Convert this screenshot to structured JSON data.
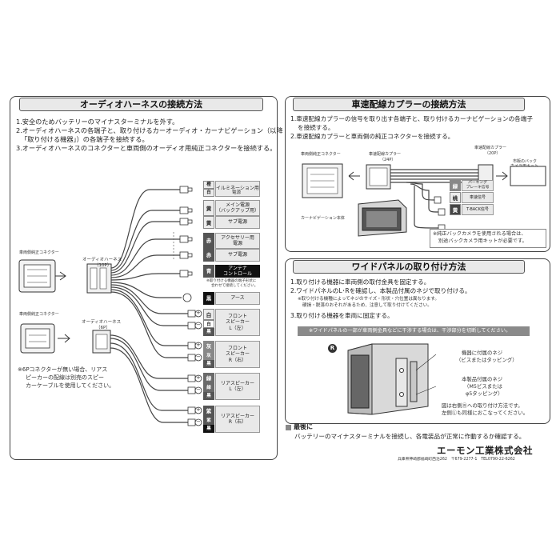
{
  "left_panel": {
    "title": "オーディオハーネスの接続方法",
    "steps": [
      "1.安全のためバッテリーのマイナスターミナルを外す。",
      "2.オーディオハーネスの各端子と、取り付けるカーオーディオ・カーナビゲーション（以降",
      "「取り付ける機器」）の各端子を接続する。",
      "3.オーディオハーネスのコネクターと車両側のオーディオ用純正コネクターを接続する。"
    ],
    "vehicle_connector_1": "車両側純正コネクター",
    "harness_1_name": "オーディオハーネス",
    "harness_1_pins": "（10P）",
    "vehicle_connector_2": "車両側純正コネクター",
    "harness_2_name": "オーディオハーネス",
    "harness_2_pins": "（6P）",
    "note": [
      "※6Pコネクターが無い場合、リアス",
      "ピーカーの配線は別売のスピー",
      "カーケーブルを使用してください。"
    ],
    "antenna_note": [
      "※取り付ける機器の端子形状に",
      "合わせて接続してください。"
    ],
    "wires": [
      {
        "colors": [
          "橙",
          "白"
        ],
        "label": [
          "イルミネーション用",
          "電源"
        ]
      },
      {
        "colors": [
          "黄"
        ],
        "label": [
          "メイン電源",
          "（バックアップ用）"
        ]
      },
      {
        "colors": [
          "黄"
        ],
        "label": [
          "サブ電源"
        ]
      },
      {
        "colors": [
          "赤"
        ],
        "label": [
          "アクセサリー用",
          "電源"
        ]
      },
      {
        "colors": [
          "赤"
        ],
        "label": [
          "サブ電源"
        ]
      },
      {
        "colors": [
          "青"
        ],
        "label": [
          "アンテナ",
          "コントロール"
        ]
      },
      {
        "colors": [
          "黒"
        ],
        "label": [
          "アース"
        ]
      },
      {
        "colors": [
          "白"
        ],
        "label": [
          "フロント",
          "スピーカー",
          "L（左）"
        ]
      },
      {
        "colors": [
          "白",
          "黒"
        ],
        "label": []
      },
      {
        "colors": [
          "灰"
        ],
        "label": [
          "フロント",
          "スピーカー",
          "R（右）"
        ]
      },
      {
        "colors": [
          "灰",
          "黒"
        ],
        "label": []
      },
      {
        "colors": [
          "緑"
        ],
        "label": [
          "リアスピーカー",
          "L（左）"
        ]
      },
      {
        "colors": [
          "緑",
          "黒"
        ],
        "label": []
      },
      {
        "colors": [
          "紫"
        ],
        "label": [
          "リアスピーカー",
          "R（右）"
        ]
      },
      {
        "colors": [
          "紫",
          "黒"
        ],
        "label": []
      }
    ],
    "plus": "+",
    "minus": "−"
  },
  "speed_panel": {
    "title": "車速配線カプラーの接続方法",
    "steps": [
      "1.車速配線カプラーの信号を取り出す各端子と、取り付けるカーナビゲーションの各端子",
      "を接続する。",
      "2.車速配線カプラーと車両側の純正コネクターを接続する。"
    ],
    "vehicle_connector": "車両側純正コネクター",
    "coupler_24p_name": "車速配線カプラー",
    "coupler_24p_pins": "（24P）",
    "coupler_20p_name": "車速配線カプラー",
    "coupler_20p_pins": "（20P）",
    "camera_kit": [
      "市販のバック",
      "カメラ用キット"
    ],
    "navi_body": "カーナビゲーション本体",
    "signals": [
      {
        "color": "緑",
        "label": [
          "パーキング",
          "ブレーキ信号"
        ]
      },
      {
        "color": "桃",
        "label": [
          "車速信号"
        ]
      },
      {
        "color": "黄",
        "label": [
          "T-BACK信号"
        ]
      }
    ],
    "note": [
      "※純正バックカメラを使用される場合は、",
      "別途バックカメラ用キットが必要です。"
    ]
  },
  "panel_panel": {
    "title": "ワイドパネルの取り付け方法",
    "steps": [
      "1.取り付ける機器に車両側の取付金具を固定する。",
      "2.ワイドパネルのL･Rを確認し、本製品付属のネジで取り付ける。",
      "3.取り付ける機器を車両に固定する。"
    ],
    "sub_notes": [
      "※取り付ける機種によってネジのサイズ・形状・穴位置は異なります。",
      "硬損・脱落のおそれがあるため、注意して取り付けてください。"
    ],
    "warning": "※ワイドパネルの一部が車両側金具などに干渉する場合は、干渉部分を切断してください。",
    "mark_r": "R",
    "screw_label": [
      "機器に付属のネジ",
      "（ビスまたはタッピング）"
    ],
    "product_screw": [
      "本製品付属のネジ",
      "（M5ビスまたは",
      "φ5タッピング）"
    ],
    "figure_note": [
      "図は右側Ⓡへの取り付け方法です。",
      "左側Ⓛも同様におこなってください。"
    ]
  },
  "final": {
    "heading": "最後に",
    "text": "バッテリーのマイナスターミナルを接続し、各電装品が正常に作動するか確認する。"
  },
  "company": {
    "name": "エーモン工業株式会社",
    "address": "兵庫県神崎郡福崎町西治262　〒679-2277-1　TEL0790-22-6262"
  }
}
